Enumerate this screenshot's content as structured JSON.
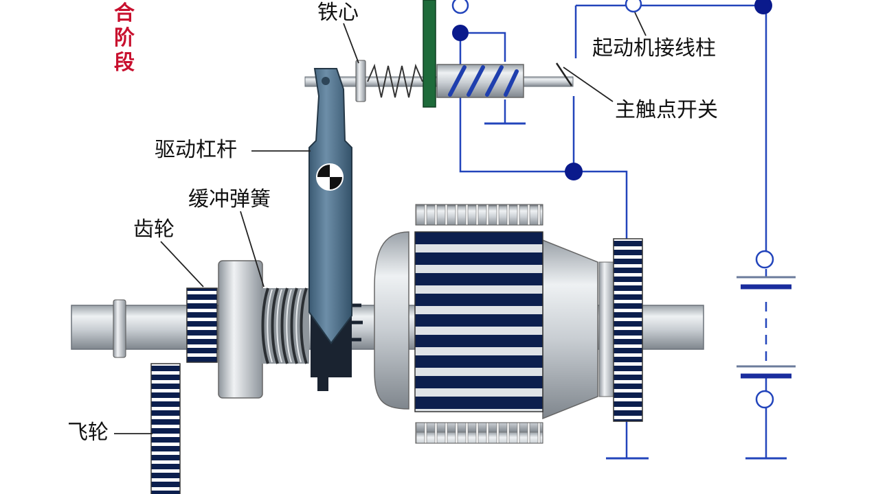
{
  "stage_title": [
    "合",
    "阶",
    "段"
  ],
  "labels": {
    "iron_core": "铁心",
    "starter_terminal": "起动机接线柱",
    "main_contact_switch": "主触点开关",
    "drive_lever": "驱动杠杆",
    "buffer_spring": "缓冲弹簧",
    "pinion_gear": "齿轮",
    "flywheel": "飞轮"
  },
  "colors": {
    "stage_text": "#c8102e",
    "wire": "#2244bb",
    "node": "#0a1a8c",
    "iron_core": "#1e6b3a",
    "coil": "#1f3fae",
    "stripe_dark": "#0c1f4e",
    "metal": "#c8cdd2",
    "lever": "#4d6f8a"
  },
  "icons": [
    "terminal-circle-icon",
    "junction-node-icon",
    "ground-symbol-icon",
    "battery-cell-icon",
    "pivot-pin-icon"
  ]
}
